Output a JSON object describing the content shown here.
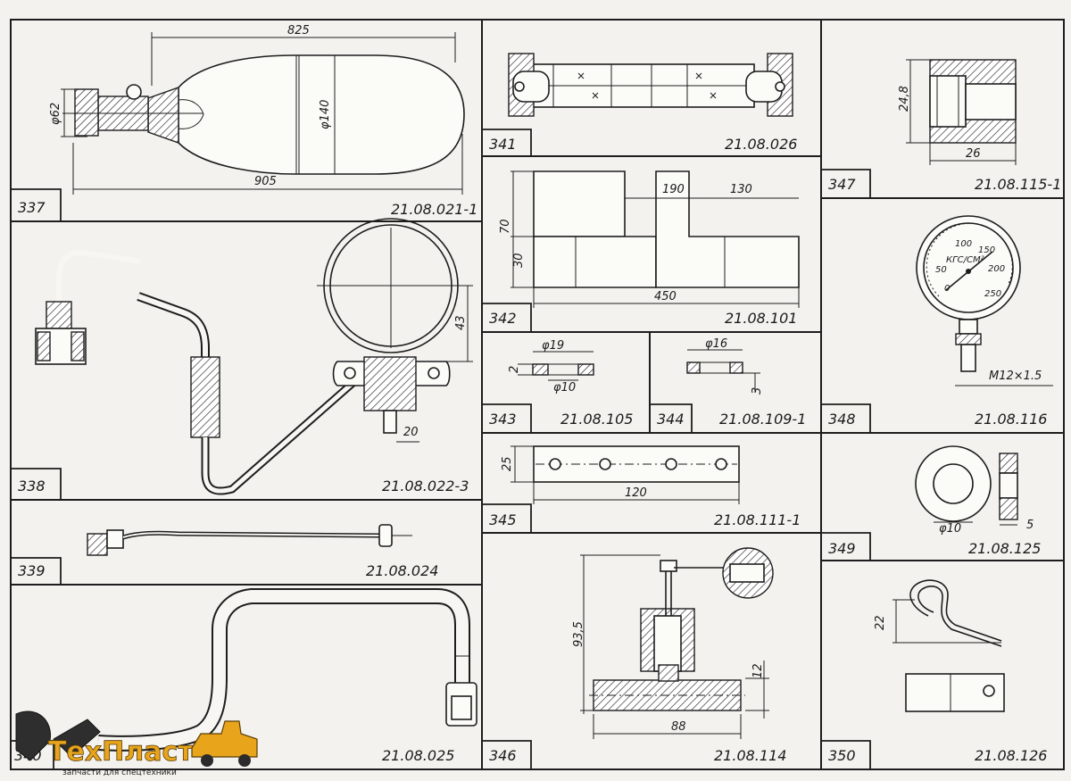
{
  "panels": [
    {
      "num": "337",
      "code": "21.08.021-1",
      "dims": [
        "825",
        "905",
        "φ62",
        "φ140"
      ]
    },
    {
      "num": "338",
      "code": "21.08.022-3",
      "dims": [
        "43",
        "20"
      ]
    },
    {
      "num": "339",
      "code": "21.08.024",
      "dims": []
    },
    {
      "num": "340",
      "code": "21.08.025",
      "dims": []
    },
    {
      "num": "341",
      "code": "21.08.026",
      "dims": []
    },
    {
      "num": "342",
      "code": "21.08.101",
      "dims": [
        "190",
        "130",
        "70",
        "30",
        "450"
      ]
    },
    {
      "num": "343",
      "code": "21.08.105",
      "dims": [
        "φ19",
        "φ10",
        "2"
      ]
    },
    {
      "num": "344",
      "code": "21.08.109-1",
      "dims": [
        "φ16",
        "3"
      ]
    },
    {
      "num": "345",
      "code": "21.08.111-1",
      "dims": [
        "25",
        "120"
      ]
    },
    {
      "num": "346",
      "code": "21.08.114",
      "dims": [
        "93,5",
        "12",
        "88"
      ]
    },
    {
      "num": "347",
      "code": "21.08.115-1",
      "dims": [
        "24,8",
        "26"
      ]
    },
    {
      "num": "348",
      "code": "21.08.116",
      "dims": [
        "M12×1.5"
      ]
    },
    {
      "num": "349",
      "code": "21.08.125",
      "dims": [
        "φ10",
        "5"
      ]
    },
    {
      "num": "350",
      "code": "21.08.126",
      "dims": [
        "22"
      ]
    }
  ],
  "gauge": {
    "unit": "КГС/СМ²",
    "ticks": [
      "0",
      "50",
      "100",
      "150",
      "200",
      "250"
    ]
  },
  "watermark": {
    "brand": "ТехПласт",
    "tagline": "запчасти для спецтехники"
  }
}
